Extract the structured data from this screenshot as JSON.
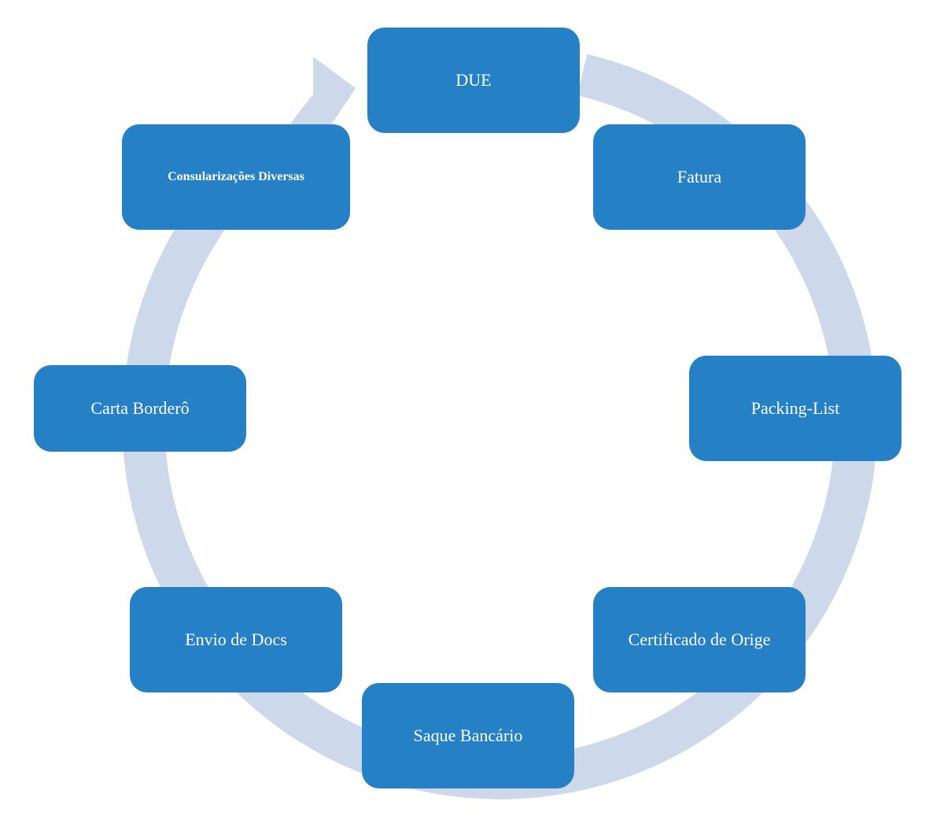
{
  "diagram": {
    "type": "cycle",
    "colors": {
      "node_fill": "#2580c6",
      "node_text": "#ffffff",
      "ring": "#cdd9ea"
    },
    "nodes": [
      {
        "label": "DUE"
      },
      {
        "label": "Fatura"
      },
      {
        "label": "Packing-List"
      },
      {
        "label": "Certificado de Orige"
      },
      {
        "label": "Saque Bancário"
      },
      {
        "label": "Envio de Docs"
      },
      {
        "label": "Carta Borderô"
      },
      {
        "label": "Consularizações Diversas"
      }
    ]
  }
}
